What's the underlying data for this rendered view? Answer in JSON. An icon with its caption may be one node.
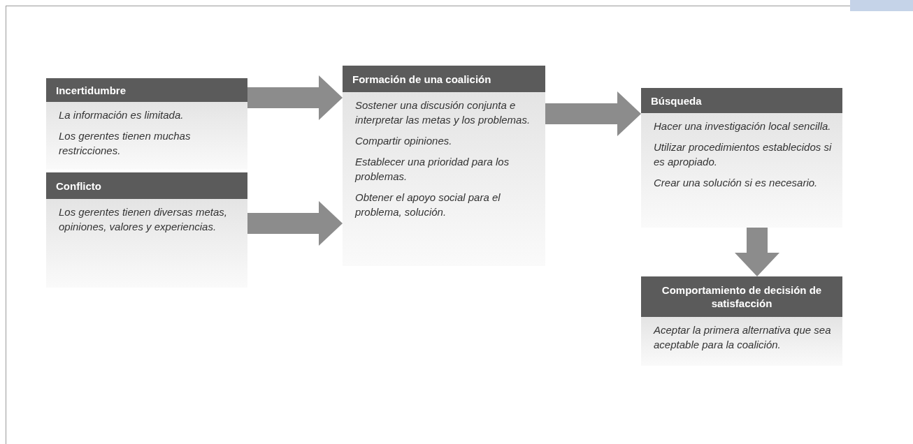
{
  "diagram": {
    "nodes": [
      {
        "text": [
          "Incertidumbre",
          "La información es limitada.",
          "Los gerentes tienen muchas restricciones."
        ]
      },
      {
        "text": [
          "Conflicto",
          "Los gerentes tienen diversas metas, opiniones, valores y experiencias."
        ]
      },
      {
        "text": [
          "Formación de una coalición",
          "Sostener una discusión conjunta e interpretar las metas y los problemas.",
          "Compartir opiniones.",
          "Establecer una prioridad para los problemas.",
          "Obtener el apoyo social para el problema, solución."
        ]
      },
      {
        "text": [
          "Búsqueda",
          "Hacer una investigación local sencilla.",
          "Utilizar procedimientos establecidos si es apropiado.",
          "Crear una solución si es necesario."
        ]
      },
      {
        "text": [
          "Comportamiento de decisión de satisfacción",
          "Aceptar la primera alternativa que sea aceptable para la coalición."
        ]
      }
    ],
    "edges": [
      {
        "from": 0,
        "to": 2,
        "arrow": "to",
        "style": "thick"
      },
      {
        "from": 1,
        "to": 2,
        "arrow": "to",
        "style": "thick"
      },
      {
        "from": 2,
        "to": 3,
        "arrow": "to",
        "style": "thick"
      },
      {
        "from": 3,
        "to": 4,
        "arrow": "to",
        "style": "thick"
      }
    ]
  }
}
